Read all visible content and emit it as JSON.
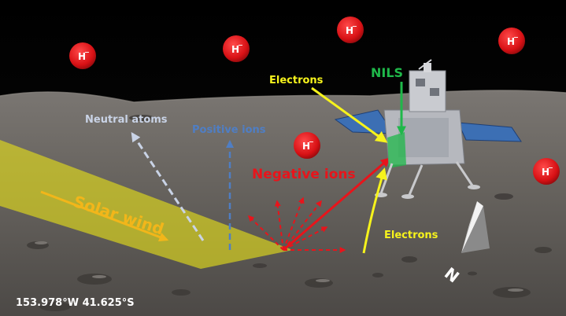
{
  "labels": {
    "solar_wind": "Solar wind",
    "neutral_atoms": "Neutral atoms",
    "positive_ions": "Positive ions",
    "negative_ions": "Negative ions",
    "electrons_top": "Electrons",
    "electrons_bottom": "Electrons",
    "nils": "NILS",
    "coordinates": "153.978°W 41.625°S",
    "compass_north": "N"
  },
  "h_ion_symbol": "H",
  "h_ion_charge": "−",
  "colors": {
    "solar_wind": "#e6e018",
    "neutral_atoms": "#c9d3e6",
    "positive_ions": "#4f7ec4",
    "negative_ions": "#e8141b",
    "electrons": "#f6f31c",
    "nils": "#1fb84a",
    "h_ion": "#e0151b"
  },
  "icons": {
    "h_ion": "red-circle",
    "lander": "lunar-lander",
    "compass": "north-arrow"
  }
}
